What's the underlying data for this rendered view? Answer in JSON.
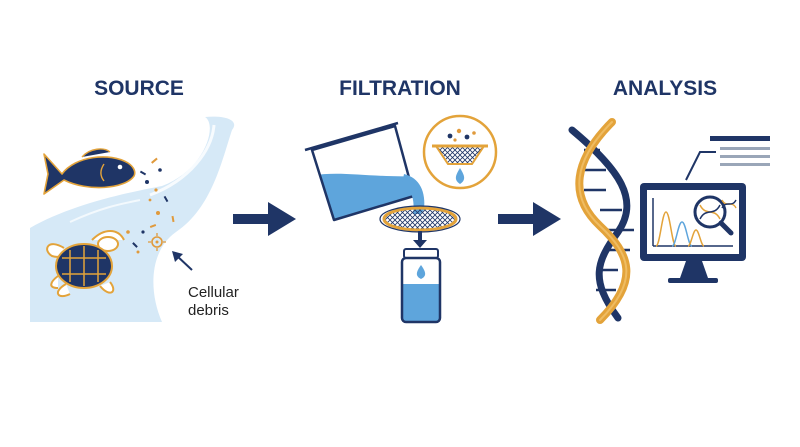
{
  "stages": [
    {
      "title": "SOURCE"
    },
    {
      "title": "FILTRATION"
    },
    {
      "title": "ANALYSIS"
    }
  ],
  "source": {
    "annotation_line1": "Cellular",
    "annotation_line2": "debris",
    "icons": [
      "fish-icon",
      "sea-turtle-icon",
      "river-stream",
      "cellular-debris-particles"
    ]
  },
  "filtration": {
    "icons": [
      "pouring-beaker-icon",
      "filter-disc-icon",
      "sample-vial-icon",
      "sieve-droplet-icon"
    ]
  },
  "analysis": {
    "icons": [
      "dna-helix-icon",
      "monitor-icon",
      "chromatogram-peaks",
      "magnifier-dna-icon",
      "report-lines-icon"
    ]
  },
  "arrows": [
    "flow-arrow",
    "flow-arrow"
  ],
  "colors": {
    "navy": "#1f3566",
    "water_light": "#d6e9f7",
    "water_blue": "#5ea5dc",
    "gold": "#e3a33a",
    "orange": "#e09a3c"
  }
}
